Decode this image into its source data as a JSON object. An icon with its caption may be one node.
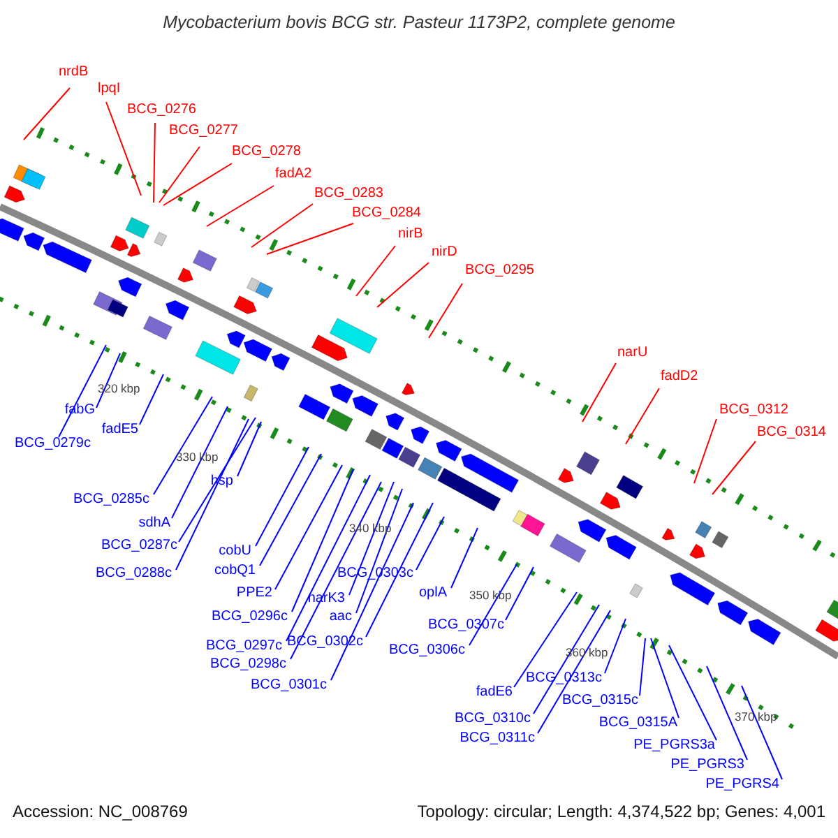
{
  "diagram": {
    "title": "Mycobacterium bovis BCG str. Pasteur 1173P2, complete genome",
    "nodes": [
      {
        "text": [
          "nrdB"
        ]
      },
      {
        "text": [
          "lpqI"
        ]
      },
      {
        "text": [
          "BCG_0276"
        ]
      },
      {
        "text": [
          "BCG_0277"
        ]
      },
      {
        "text": [
          "BCG_0278"
        ]
      },
      {
        "text": [
          "fadA2"
        ]
      },
      {
        "text": [
          "BCG_0283"
        ]
      },
      {
        "text": [
          "BCG_0284"
        ]
      },
      {
        "text": [
          "nirB"
        ]
      },
      {
        "text": [
          "nirD"
        ]
      },
      {
        "text": [
          "BCG_0295"
        ]
      },
      {
        "text": [
          "narU"
        ]
      },
      {
        "text": [
          "fadD2"
        ]
      },
      {
        "text": [
          "BCG_0312"
        ]
      },
      {
        "text": [
          "BCG_0314"
        ]
      },
      {
        "text": [
          "fabG"
        ]
      },
      {
        "text": [
          "BCG_0279c"
        ]
      },
      {
        "text": [
          "fadE5"
        ]
      },
      {
        "text": [
          "BCG_0285c"
        ]
      },
      {
        "text": [
          "sdhA"
        ]
      },
      {
        "text": [
          "BCG_0287c"
        ]
      },
      {
        "text": [
          "hsp"
        ]
      },
      {
        "text": [
          "BCG_0288c"
        ]
      },
      {
        "text": [
          "cobU"
        ]
      },
      {
        "text": [
          "cobQ1"
        ]
      },
      {
        "text": [
          "PPE2"
        ]
      },
      {
        "text": [
          "BCG_0296c"
        ]
      },
      {
        "text": [
          "narK3"
        ]
      },
      {
        "text": [
          "aac"
        ]
      },
      {
        "text": [
          "BCG_0297c"
        ]
      },
      {
        "text": [
          "BCG_0302c"
        ]
      },
      {
        "text": [
          "BCG_0298c"
        ]
      },
      {
        "text": [
          "BCG_0301c"
        ]
      },
      {
        "text": [
          "BCG_0303c"
        ]
      },
      {
        "text": [
          "oplA"
        ]
      },
      {
        "text": [
          "BCG_0307c"
        ]
      },
      {
        "text": [
          "BCG_0306c"
        ]
      },
      {
        "text": [
          "fadE6"
        ]
      },
      {
        "text": [
          "BCG_0313c"
        ]
      },
      {
        "text": [
          "BCG_0310c"
        ]
      },
      {
        "text": [
          "BCG_0311c"
        ]
      },
      {
        "text": [
          "BCG_0315c"
        ]
      },
      {
        "text": [
          "BCG_0315A"
        ]
      },
      {
        "text": [
          "PE_PGRS3a"
        ]
      },
      {
        "text": [
          "PE_PGRS3"
        ]
      },
      {
        "text": [
          "PE_PGRS4"
        ]
      }
    ],
    "edges": [
      {
        "from": 0,
        "to": null,
        "arrow": "none",
        "color": "#ff0000"
      },
      {
        "from": 1,
        "to": null,
        "arrow": "none",
        "color": "#ff0000"
      },
      {
        "from": 2,
        "to": null,
        "arrow": "none",
        "color": "#ff0000"
      },
      {
        "from": 3,
        "to": null,
        "arrow": "none",
        "color": "#ff0000"
      },
      {
        "from": 4,
        "to": null,
        "arrow": "none",
        "color": "#ff0000"
      },
      {
        "from": 5,
        "to": null,
        "arrow": "none",
        "color": "#ff0000"
      },
      {
        "from": 6,
        "to": null,
        "arrow": "none",
        "color": "#ff0000"
      },
      {
        "from": 7,
        "to": null,
        "arrow": "none",
        "color": "#ff0000"
      },
      {
        "from": 8,
        "to": null,
        "arrow": "none",
        "color": "#ff0000"
      },
      {
        "from": 9,
        "to": null,
        "arrow": "none",
        "color": "#ff0000"
      },
      {
        "from": 10,
        "to": null,
        "arrow": "none",
        "color": "#ff0000"
      },
      {
        "from": 11,
        "to": null,
        "arrow": "none",
        "color": "#ff0000"
      },
      {
        "from": 12,
        "to": null,
        "arrow": "none",
        "color": "#ff0000"
      },
      {
        "from": 13,
        "to": null,
        "arrow": "none",
        "color": "#ff0000"
      },
      {
        "from": 14,
        "to": null,
        "arrow": "none",
        "color": "#ff0000"
      },
      {
        "from": 15,
        "to": null,
        "arrow": "none"
      },
      {
        "from": 16,
        "to": null,
        "arrow": "none"
      },
      {
        "from": 17,
        "to": null,
        "arrow": "none"
      },
      {
        "from": 18,
        "to": null,
        "arrow": "none"
      },
      {
        "from": 19,
        "to": null,
        "arrow": "none"
      },
      {
        "from": 20,
        "to": null,
        "arrow": "none"
      },
      {
        "from": 21,
        "to": null,
        "arrow": "none"
      },
      {
        "from": 22,
        "to": null,
        "arrow": "none"
      },
      {
        "from": 23,
        "to": null,
        "arrow": "none"
      },
      {
        "from": 24,
        "to": null,
        "arrow": "none"
      },
      {
        "from": 25,
        "to": null,
        "arrow": "none"
      },
      {
        "from": 26,
        "to": null,
        "arrow": "none"
      },
      {
        "from": 27,
        "to": null,
        "arrow": "none"
      },
      {
        "from": 28,
        "to": null,
        "arrow": "none"
      },
      {
        "from": 29,
        "to": null,
        "arrow": "none"
      },
      {
        "from": 30,
        "to": null,
        "arrow": "none"
      },
      {
        "from": 31,
        "to": null,
        "arrow": "none"
      },
      {
        "from": 32,
        "to": null,
        "arrow": "none"
      },
      {
        "from": 33,
        "to": null,
        "arrow": "none"
      },
      {
        "from": 34,
        "to": null,
        "arrow": "none"
      },
      {
        "from": 35,
        "to": null,
        "arrow": "none"
      },
      {
        "from": 36,
        "to": null,
        "arrow": "none"
      },
      {
        "from": 37,
        "to": null,
        "arrow": "none"
      },
      {
        "from": 38,
        "to": null,
        "arrow": "none"
      },
      {
        "from": 39,
        "to": null,
        "arrow": "none"
      },
      {
        "from": 40,
        "to": null,
        "arrow": "none"
      },
      {
        "from": 41,
        "to": null,
        "arrow": "none"
      },
      {
        "from": 42,
        "to": null,
        "arrow": "none"
      },
      {
        "from": 43,
        "to": null,
        "arrow": "none"
      },
      {
        "from": 44,
        "to": null,
        "arrow": "none"
      },
      {
        "from": 45,
        "to": null,
        "arrow": "none"
      }
    ],
    "labels": [
      "320 kbp",
      "330 kbp",
      "340 kbp",
      "350 kbp",
      "360 kbp",
      "370 kbp",
      "Accession: NC_008769",
      "Topology: circular; Length: 4,374,522 bp; Genes: 4,001"
    ]
  }
}
